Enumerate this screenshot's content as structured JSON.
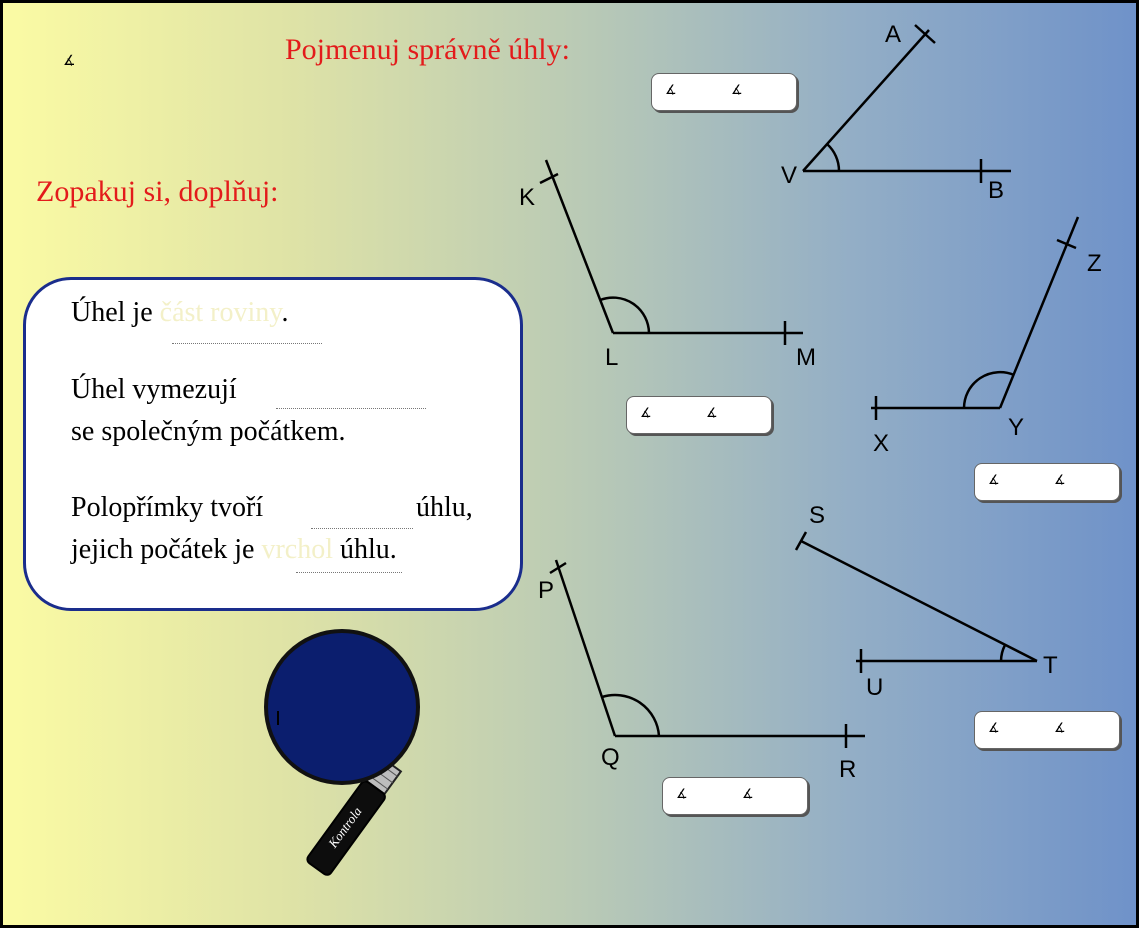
{
  "corner_symbol": "∡",
  "heading_name_angles": "Pojmenuj správně úhly:",
  "heading_fill_in": "Zopakuj si, doplňuj:",
  "panel": {
    "line1_prefix": "Úhel je",
    "line1_answer": "část roviny",
    "line1_suffix": ".",
    "line2_prefix": "Úhel vymezují",
    "line3": "se společným počátkem.",
    "line4_prefix": "Polopřímky tvoří",
    "line4_suffix": "úhlu,",
    "line5_prefix": "jejich počátek je",
    "line5_answer": "vrchol",
    "line5_suffix": "úhlu."
  },
  "answer_box_symbol": "∡",
  "angles": [
    {
      "name": "AVB",
      "points": [
        "A",
        "V",
        "B"
      ]
    },
    {
      "name": "KLM",
      "points": [
        "K",
        "L",
        "M"
      ]
    },
    {
      "name": "XYZ",
      "points": [
        "X",
        "Y",
        "Z"
      ]
    },
    {
      "name": "STU",
      "points": [
        "S",
        "T",
        "U"
      ]
    },
    {
      "name": "PQR",
      "points": [
        "P",
        "Q",
        "R"
      ]
    }
  ],
  "magnifier_label": "Kontrola",
  "colors": {
    "heading": "#e31b1b",
    "panel_border": "#1a2d8c",
    "magnifier_glass": "#0b1e6e"
  }
}
